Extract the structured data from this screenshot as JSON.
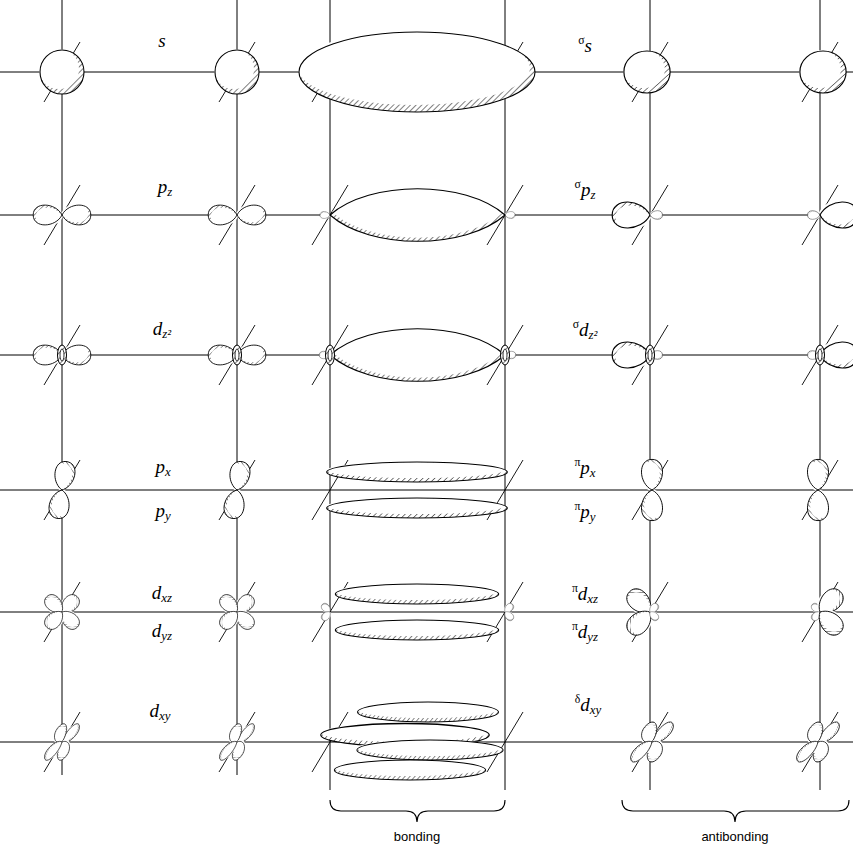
{
  "diagram": {
    "labels": [
      "s",
      "pz",
      "dz²",
      "px",
      "py",
      "dxz",
      "dyz",
      "dxy",
      "σs",
      "σpz",
      "σdz²",
      "πpx",
      "πpy",
      "πdxz",
      "πdyz",
      "δdxy",
      "bonding",
      "antibonding"
    ]
  }
}
